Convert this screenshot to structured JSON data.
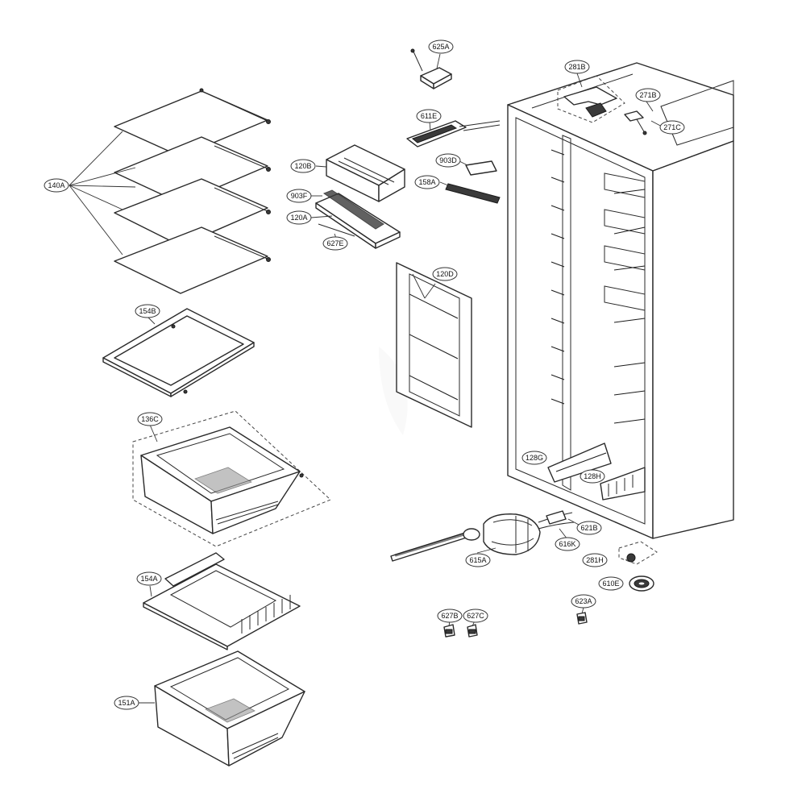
{
  "diagram": {
    "callouts": [
      {
        "id": "c-140A",
        "label": "140A"
      },
      {
        "id": "c-154B",
        "label": "154B"
      },
      {
        "id": "c-136C",
        "label": "136C"
      },
      {
        "id": "c-154A",
        "label": "154A"
      },
      {
        "id": "c-151A",
        "label": "151A"
      },
      {
        "id": "c-625A",
        "label": "625A"
      },
      {
        "id": "c-611E",
        "label": "611E"
      },
      {
        "id": "c-120B",
        "label": "120B"
      },
      {
        "id": "c-903D",
        "label": "903D"
      },
      {
        "id": "c-158A",
        "label": "158A"
      },
      {
        "id": "c-903F",
        "label": "903F"
      },
      {
        "id": "c-120A",
        "label": "120A"
      },
      {
        "id": "c-627E",
        "label": "627E"
      },
      {
        "id": "c-120D",
        "label": "120D"
      },
      {
        "id": "c-281B",
        "label": "281B"
      },
      {
        "id": "c-271B",
        "label": "271B"
      },
      {
        "id": "c-271C",
        "label": "271C"
      },
      {
        "id": "c-128G",
        "label": "128G"
      },
      {
        "id": "c-128H",
        "label": "128H"
      },
      {
        "id": "c-621B",
        "label": "621B"
      },
      {
        "id": "c-616K",
        "label": "616K"
      },
      {
        "id": "c-615A",
        "label": "615A"
      },
      {
        "id": "c-281H",
        "label": "281H"
      },
      {
        "id": "c-610E",
        "label": "610E"
      },
      {
        "id": "c-623A",
        "label": "623A"
      },
      {
        "id": "c-627B",
        "label": "627B"
      },
      {
        "id": "c-627C",
        "label": "627C"
      }
    ]
  }
}
